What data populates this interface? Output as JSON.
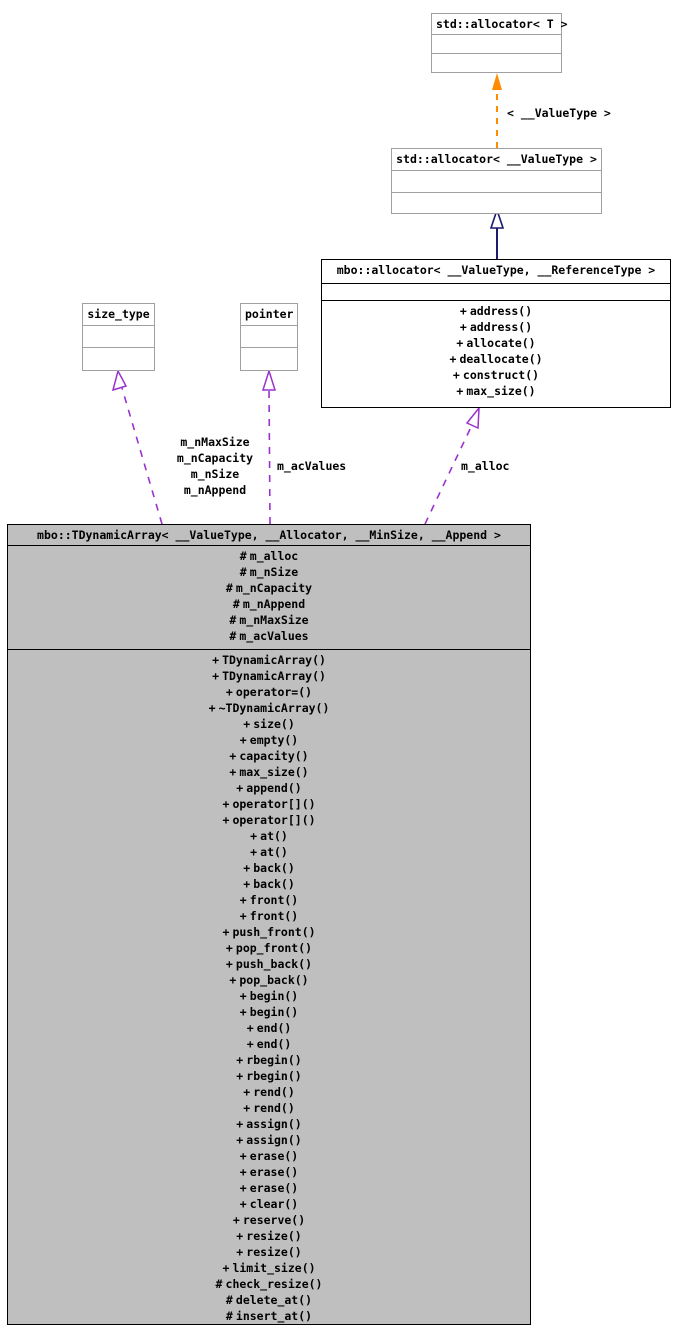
{
  "diagram": {
    "type": "uml-collaboration-diagram",
    "colors": {
      "template_edge": "#ff8c00",
      "inherit_edge": "#1a1a6e",
      "usage_edge": "#9a32cd",
      "focus_fill": "#bfbfbf",
      "box_border_grey": "#a0a0a0",
      "box_border_black": "#000000",
      "text": "#000000",
      "background": "#ffffff"
    },
    "nodes": {
      "std_allocator_t": {
        "title": "std::allocator< T >",
        "attributes": [],
        "operations": []
      },
      "std_allocator_valuetype": {
        "title": "std::allocator< __ValueType >",
        "attributes": [],
        "operations": []
      },
      "mbo_allocator": {
        "title": "mbo::allocator< __ValueType, __ReferenceType >",
        "attributes": [],
        "operations": [
          {
            "vis": "+",
            "name": "address()"
          },
          {
            "vis": "+",
            "name": "address()"
          },
          {
            "vis": "+",
            "name": "allocate()"
          },
          {
            "vis": "+",
            "name": "deallocate()"
          },
          {
            "vis": "+",
            "name": "construct()"
          },
          {
            "vis": "+",
            "name": "max_size()"
          }
        ]
      },
      "size_type": {
        "title": "size_type",
        "attributes": [],
        "operations": []
      },
      "pointer": {
        "title": "pointer",
        "attributes": [],
        "operations": []
      },
      "tdynamicarray": {
        "title": "mbo::TDynamicArray< __ValueType, __Allocator, __MinSize, __Append >",
        "attributes": [
          {
            "vis": "#",
            "name": "m_alloc"
          },
          {
            "vis": "#",
            "name": "m_nSize"
          },
          {
            "vis": "#",
            "name": "m_nCapacity"
          },
          {
            "vis": "#",
            "name": "m_nAppend"
          },
          {
            "vis": "#",
            "name": "m_nMaxSize"
          },
          {
            "vis": "#",
            "name": "m_acValues"
          }
        ],
        "operations": [
          {
            "vis": "+",
            "name": "TDynamicArray()"
          },
          {
            "vis": "+",
            "name": "TDynamicArray()"
          },
          {
            "vis": "+",
            "name": "operator=()"
          },
          {
            "vis": "+",
            "name": "~TDynamicArray()"
          },
          {
            "vis": "+",
            "name": "size()"
          },
          {
            "vis": "+",
            "name": "empty()"
          },
          {
            "vis": "+",
            "name": "capacity()"
          },
          {
            "vis": "+",
            "name": "max_size()"
          },
          {
            "vis": "+",
            "name": "append()"
          },
          {
            "vis": "+",
            "name": "operator[]()"
          },
          {
            "vis": "+",
            "name": "operator[]()"
          },
          {
            "vis": "+",
            "name": "at()"
          },
          {
            "vis": "+",
            "name": "at()"
          },
          {
            "vis": "+",
            "name": "back()"
          },
          {
            "vis": "+",
            "name": "back()"
          },
          {
            "vis": "+",
            "name": "front()"
          },
          {
            "vis": "+",
            "name": "front()"
          },
          {
            "vis": "+",
            "name": "push_front()"
          },
          {
            "vis": "+",
            "name": "pop_front()"
          },
          {
            "vis": "+",
            "name": "push_back()"
          },
          {
            "vis": "+",
            "name": "pop_back()"
          },
          {
            "vis": "+",
            "name": "begin()"
          },
          {
            "vis": "+",
            "name": "begin()"
          },
          {
            "vis": "+",
            "name": "end()"
          },
          {
            "vis": "+",
            "name": "end()"
          },
          {
            "vis": "+",
            "name": "rbegin()"
          },
          {
            "vis": "+",
            "name": "rbegin()"
          },
          {
            "vis": "+",
            "name": "rend()"
          },
          {
            "vis": "+",
            "name": "rend()"
          },
          {
            "vis": "+",
            "name": "assign()"
          },
          {
            "vis": "+",
            "name": "assign()"
          },
          {
            "vis": "+",
            "name": "erase()"
          },
          {
            "vis": "+",
            "name": "erase()"
          },
          {
            "vis": "+",
            "name": "erase()"
          },
          {
            "vis": "+",
            "name": "clear()"
          },
          {
            "vis": "+",
            "name": "reserve()"
          },
          {
            "vis": "+",
            "name": "resize()"
          },
          {
            "vis": "+",
            "name": "resize()"
          },
          {
            "vis": "+",
            "name": "limit_size()"
          },
          {
            "vis": "#",
            "name": "check_resize()"
          },
          {
            "vis": "#",
            "name": "delete_at()"
          },
          {
            "vis": "#",
            "name": "insert_at()"
          }
        ]
      }
    },
    "edge_labels": {
      "template_binding": "< __ValueType >",
      "size_type_usage": "m_nMaxSize\nm_nCapacity\nm_nSize\nm_nAppend",
      "pointer_usage": "m_acValues",
      "allocator_usage": "m_alloc"
    }
  }
}
